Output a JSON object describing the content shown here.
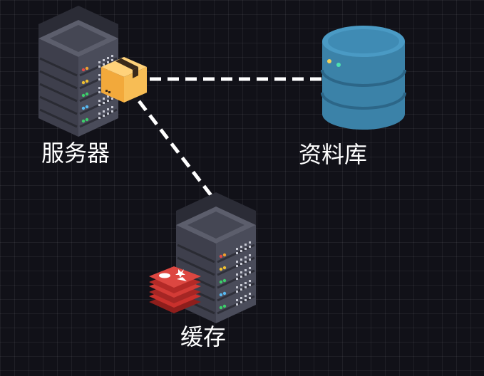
{
  "diagram": {
    "nodes": {
      "server": {
        "label": "服务器",
        "icon": "server-rack-icon",
        "badge_icon": "package-box-icon"
      },
      "database": {
        "label": "资料库",
        "icon": "database-cylinder-icon"
      },
      "cache": {
        "label": "缓存",
        "icon": "server-rack-icon",
        "badge_icon": "redis-logo-icon"
      }
    },
    "edges": [
      {
        "from": "server",
        "to": "database",
        "style": "dashed"
      },
      {
        "from": "server",
        "to": "cache",
        "style": "dashed"
      }
    ]
  },
  "colors": {
    "background": "#111118",
    "grid": "#2a2a33",
    "connector": "#ffffff",
    "server_body": "#565866",
    "database_body": "#3f87ad",
    "package_box": "#f7b84d",
    "redis_logo": "#c9302c"
  }
}
